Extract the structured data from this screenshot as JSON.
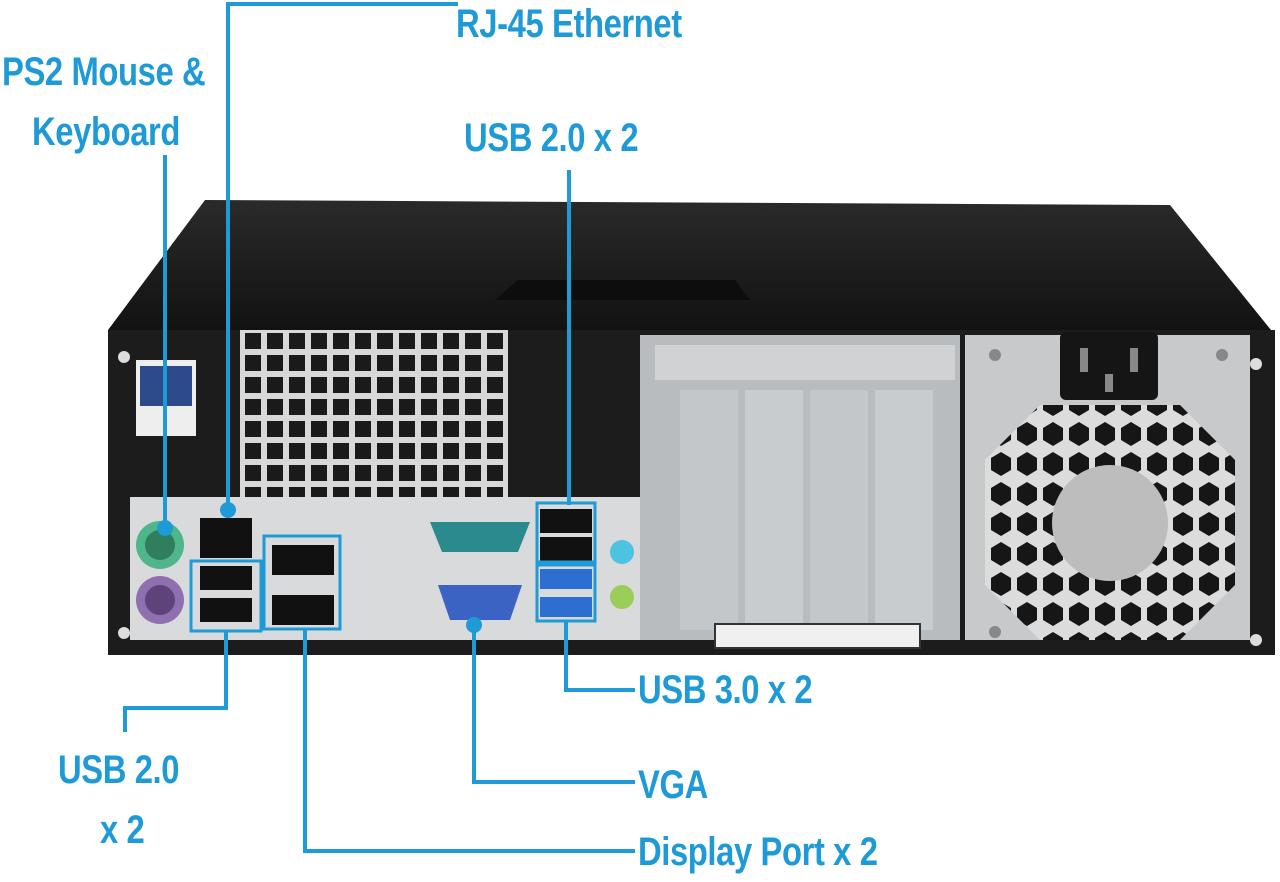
{
  "labels": {
    "ps2": [
      "PS2 Mouse &",
      "Keyboard"
    ],
    "rj45": "RJ-45 Ethernet",
    "usb2_top": "USB 2.0 x 2",
    "usb2_bottom": [
      "USB 2.0",
      "x 2"
    ],
    "usb3": "USB 3.0 x 2",
    "vga": "VGA",
    "displayport": "Display Port x 2"
  },
  "colors": {
    "callout": "#1e9ad6",
    "chassis": "#1c1c1c",
    "panel": "#d9dadb",
    "ps2_mouse": "#4fb58a",
    "ps2_keyboard": "#8e6fb0",
    "vga": "#3b63c4",
    "serial": "#2b8a8e",
    "audio_in": "#4cc3e0",
    "audio_out": "#9acd5a",
    "usb3": "#2d6fd0"
  }
}
